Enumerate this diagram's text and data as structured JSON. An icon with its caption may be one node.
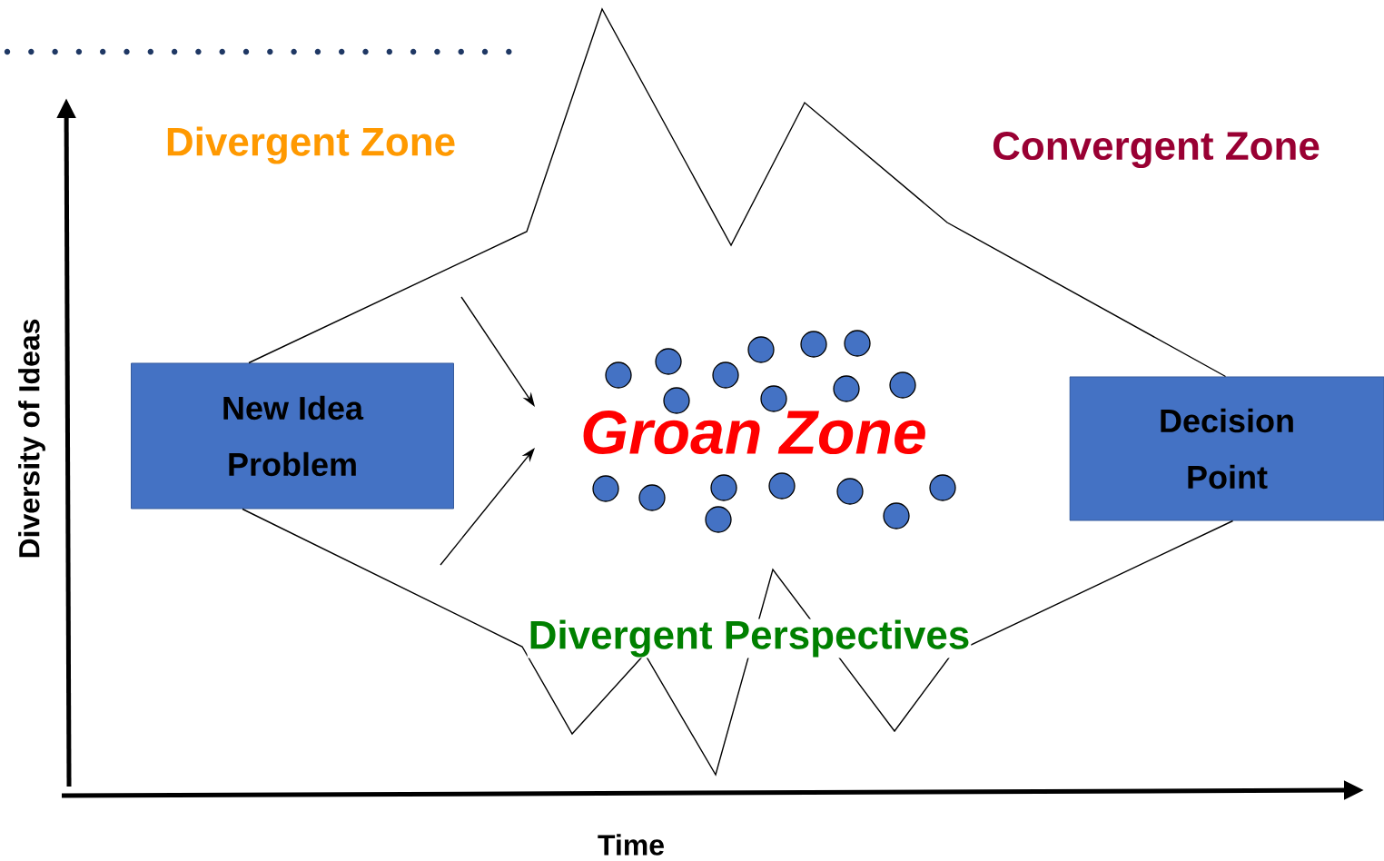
{
  "diagram": {
    "nodes": [
      {
        "text": [
          "New Idea",
          "Problem"
        ]
      },
      {
        "text": [
          "Decision",
          "Point"
        ]
      },
      {
        "text": [
          "Groan Zone"
        ]
      }
    ],
    "edges": [
      {
        "from": null,
        "to": 2,
        "arrow": "to"
      },
      {
        "from": null,
        "to": 2,
        "arrow": "to"
      },
      {
        "from": 0,
        "to": 1,
        "arrow": "none"
      },
      {
        "from": 0,
        "to": 1,
        "arrow": "none"
      }
    ],
    "labels": [
      "Divergent Zone",
      "Convergent Zone",
      "Diversity of Ideas",
      "Divergent Perspectives",
      "Time"
    ]
  }
}
